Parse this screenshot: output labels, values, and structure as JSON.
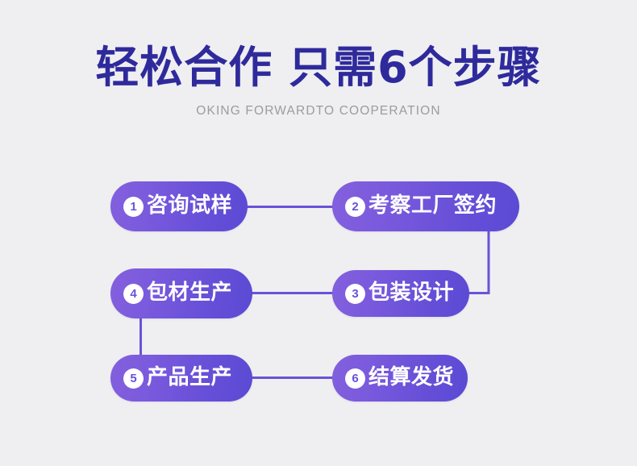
{
  "header": {
    "title": "轻松合作 只需6个步骤",
    "subtitle": "OKING FORWARDTO COOPERATION"
  },
  "colors": {
    "background": "#efeff1",
    "title": "#2f2a9c",
    "subtitle": "#9b9ba0",
    "pill_gradient_start": "#8360dd",
    "pill_gradient_end": "#5a4ad4",
    "connector": "#6a52d8",
    "badge_background": "#ffffff",
    "badge_text": "#6a52d8",
    "pill_text": "#ffffff"
  },
  "flow": {
    "steps": [
      {
        "number": "1",
        "label": "咨询试样"
      },
      {
        "number": "2",
        "label": "考察工厂签约"
      },
      {
        "number": "3",
        "label": "包装设计"
      },
      {
        "number": "4",
        "label": "包材生产"
      },
      {
        "number": "5",
        "label": "产品生产"
      },
      {
        "number": "6",
        "label": "结算发货"
      }
    ],
    "connections": [
      {
        "from": "1",
        "to": "2",
        "shape": "horizontal"
      },
      {
        "from": "2",
        "to": "3",
        "shape": "elbow-down-left"
      },
      {
        "from": "3",
        "to": "4",
        "shape": "horizontal"
      },
      {
        "from": "4",
        "to": "5",
        "shape": "vertical"
      },
      {
        "from": "5",
        "to": "6",
        "shape": "horizontal"
      }
    ]
  }
}
